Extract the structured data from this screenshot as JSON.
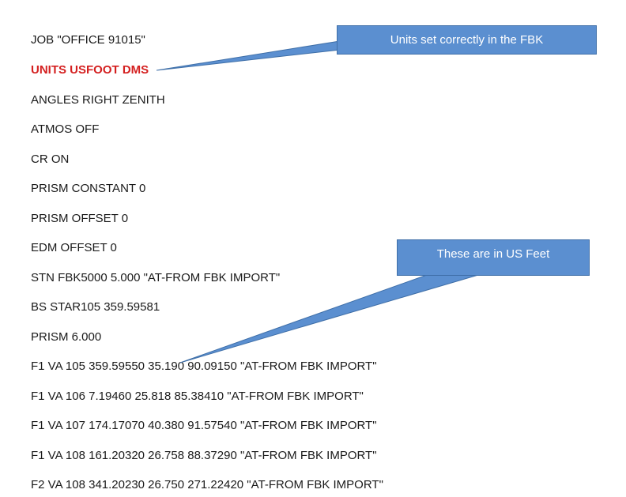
{
  "document": {
    "lines": [
      "JOB \"OFFICE 91015\"",
      "UNITS USFOOT DMS",
      "ANGLES RIGHT ZENITH",
      "ATMOS OFF",
      "CR ON",
      "PRISM CONSTANT 0",
      "PRISM OFFSET 0",
      "EDM OFFSET 0",
      "STN FBK5000 5.000 \"AT-FROM FBK IMPORT\"",
      "BS STAR105 359.59581",
      "PRISM 6.000",
      "F1 VA 105 359.59550 35.190 90.09150 \"AT-FROM FBK IMPORT\"",
      "F1 VA 106 7.19460 25.818 85.38410 \"AT-FROM FBK IMPORT\"",
      "F1 VA 107 174.17070 40.380 91.57540 \"AT-FROM FBK IMPORT\"",
      "F1 VA 108 161.20320 26.758 88.37290 \"AT-FROM FBK IMPORT\"",
      "F2 VA 108 341.20230 26.750 271.22420 \"AT-FROM FBK IMPORT\""
    ],
    "highlight_color": "#d42020"
  },
  "callouts": {
    "units": {
      "text": "Units set correctly in the FBK"
    },
    "feet": {
      "text": "These are in US Feet"
    },
    "fill_color": "#5b8fd0",
    "border_color": "#3f6fa8"
  }
}
